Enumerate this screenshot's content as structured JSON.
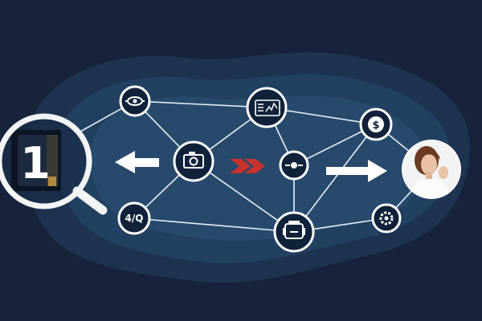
{
  "diagram": {
    "badge_number": "1",
    "node_text_left_bottom": "4/Q",
    "colors": {
      "background": "#16233a",
      "blob_outer": "#1d3350",
      "blob_mid": "#22405f",
      "blob_inner": "#274a6c",
      "node_fill": "#10223a",
      "line": "#e9eef4",
      "arrow_white": "#ffffff",
      "arrow_red": "#c8322e"
    },
    "icons": [
      "magnifier-icon",
      "eye-icon",
      "chart-icon",
      "dollar-icon",
      "camera-icon",
      "sync-icon",
      "text-icon",
      "vehicle-icon",
      "gear-icon",
      "person-photo"
    ]
  }
}
